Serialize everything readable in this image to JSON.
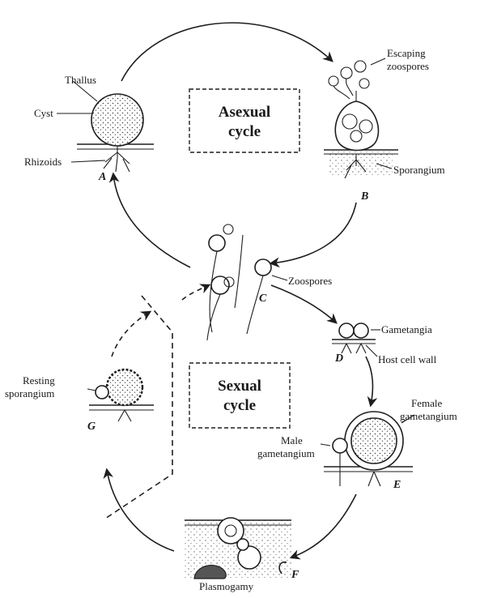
{
  "labels": {
    "thallus": "Thallus",
    "cyst": "Cyst",
    "rhizoids": "Rhizoids",
    "escaping_line1": "Escaping",
    "escaping_line2": "zoospores",
    "sporangium": "Sporangium",
    "zoospores": "Zoospores",
    "gametangia": "Gametangia",
    "host_cell_wall": "Host cell wall",
    "female_line1": "Female",
    "female_line2": "gametangium",
    "male_line1": "Male",
    "male_line2": "gametangium",
    "resting_line1": "Resting",
    "resting_line2": "sporangium",
    "plasmogamy": "Plasmogamy"
  },
  "stage_letters": {
    "a": "A",
    "b": "B",
    "c": "C",
    "d": "D",
    "e": "E",
    "f": "F",
    "g": "G"
  },
  "cycles": {
    "asexual_line1": "Asexual",
    "asexual_line2": "cycle",
    "sexual_line1": "Sexual",
    "sexual_line2": "cycle"
  },
  "colors": {
    "ink": "#1e1e1e",
    "background": "#ffffff"
  }
}
